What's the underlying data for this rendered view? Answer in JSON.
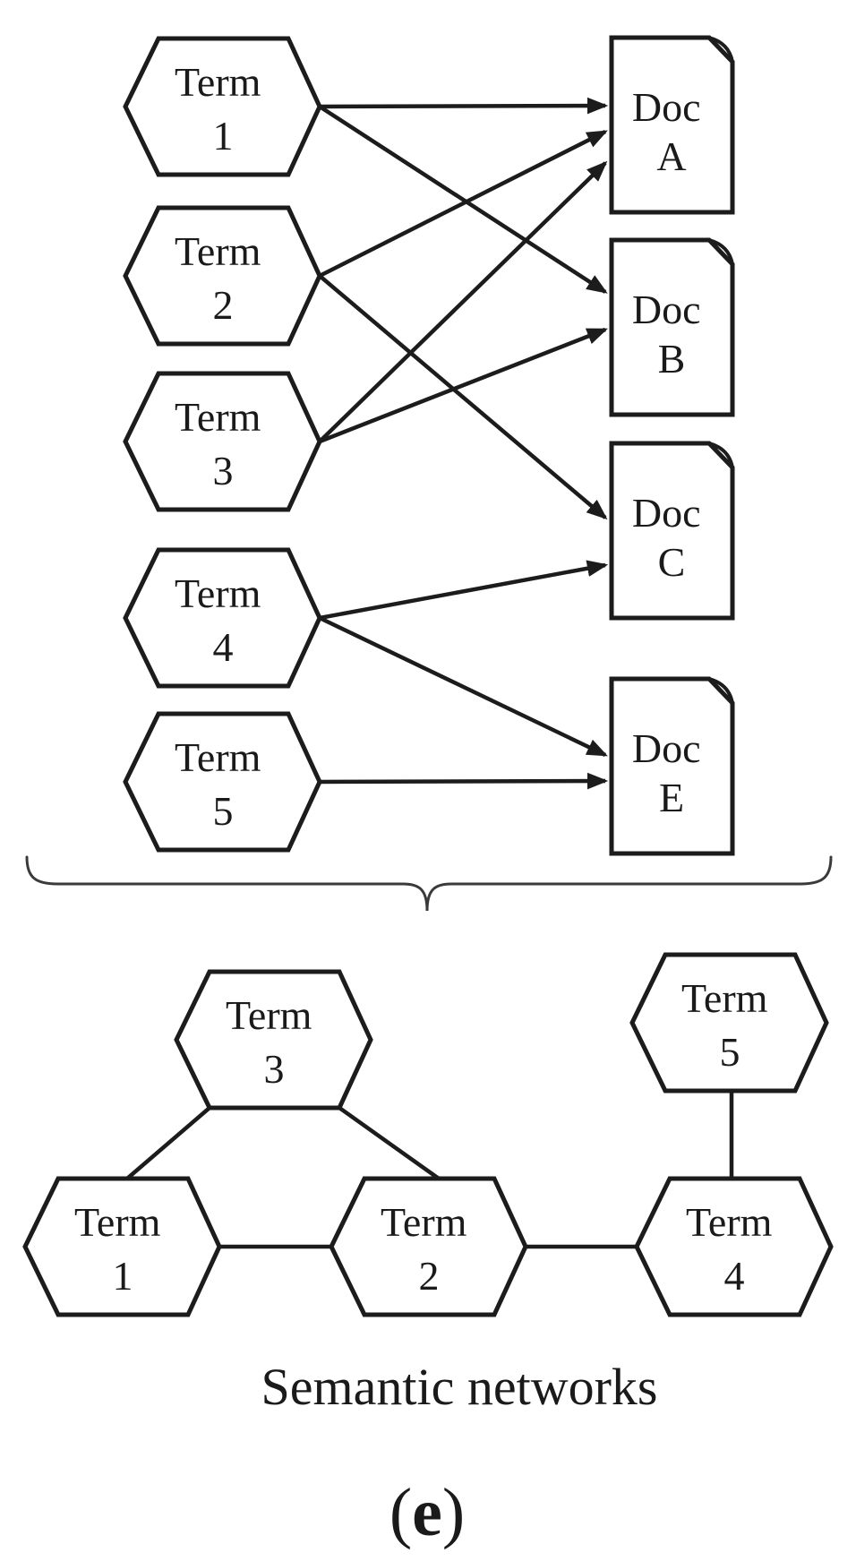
{
  "figure": {
    "caption": "Semantic networks",
    "label_open": "(",
    "label_letter": "e",
    "label_close": ")"
  },
  "colors": {
    "stroke": "#1c1c1c",
    "background": "#ffffff"
  },
  "bipartite": {
    "terms": [
      {
        "word": "Term",
        "num": "1"
      },
      {
        "word": "Term",
        "num": "2"
      },
      {
        "word": "Term",
        "num": "3"
      },
      {
        "word": "Term",
        "num": "4"
      },
      {
        "word": "Term",
        "num": "5"
      }
    ],
    "docs": [
      {
        "word": "Doc",
        "letter": "A"
      },
      {
        "word": "Doc",
        "letter": "B"
      },
      {
        "word": "Doc",
        "letter": "C"
      },
      {
        "word": "Doc",
        "letter": "E"
      }
    ],
    "links": [
      {
        "from": "Term 1",
        "to": "Doc A"
      },
      {
        "from": "Term 1",
        "to": "Doc B"
      },
      {
        "from": "Term 2",
        "to": "Doc A"
      },
      {
        "from": "Term 2",
        "to": "Doc C"
      },
      {
        "from": "Term 3",
        "to": "Doc A"
      },
      {
        "from": "Term 3",
        "to": "Doc B"
      },
      {
        "from": "Term 4",
        "to": "Doc C"
      },
      {
        "from": "Term 4",
        "to": "Doc E"
      },
      {
        "from": "Term 5",
        "to": "Doc E"
      }
    ]
  },
  "network": {
    "terms": [
      {
        "word": "Term",
        "num": "1"
      },
      {
        "word": "Term",
        "num": "2"
      },
      {
        "word": "Term",
        "num": "3"
      },
      {
        "word": "Term",
        "num": "4"
      },
      {
        "word": "Term",
        "num": "5"
      }
    ],
    "links": [
      {
        "from": "Term 3",
        "to": "Term 1"
      },
      {
        "from": "Term 3",
        "to": "Term 2"
      },
      {
        "from": "Term 1",
        "to": "Term 2"
      },
      {
        "from": "Term 2",
        "to": "Term 4"
      },
      {
        "from": "Term 5",
        "to": "Term 4"
      }
    ]
  }
}
